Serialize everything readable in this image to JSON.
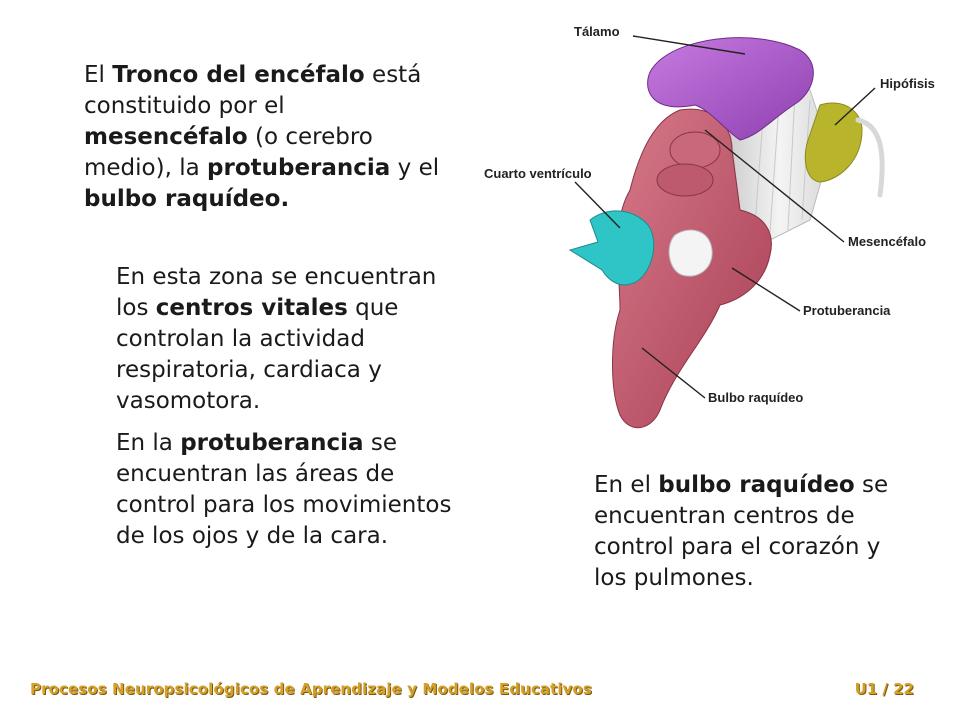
{
  "paragraph1": {
    "t1": "El ",
    "b1": "Tronco del encéfalo",
    "t2": " está constituido por el ",
    "b2": "mesencéfalo",
    "t3": " (o cerebro medio), la ",
    "b3": "protuberancia",
    "t4": " y el ",
    "b4": "bulbo raquídeo."
  },
  "paragraph2": {
    "t1": "En esta zona se encuentran los ",
    "b1": "centros vitales",
    "t2": " que controlan la actividad respiratoria, cardiaca y vasomotora."
  },
  "paragraph3": {
    "t1": "En la ",
    "b1": "protuberancia",
    "t2": " se encuentran las áreas de control para los movimientos de los ojos y de la cara."
  },
  "paragraph4": {
    "t1": "En el ",
    "b1": "bulbo raquídeo",
    "t2": " se encuentran centros de control para el corazón y los pulmones."
  },
  "figure": {
    "labels": {
      "talamo": "Tálamo",
      "hipofisis": "Hipófisis",
      "cuarto_ventriculo": "Cuarto ventrículo",
      "mesencefalo": "Mesencéfalo",
      "protuberancia": "Protuberancia",
      "bulbo_raquideo": "Bulbo raquídeo"
    },
    "colors": {
      "talamo": "#b45ad2",
      "hipofisis": "#b8b52c",
      "ventriculo": "#2fc4c6",
      "tronco": "#c85a6e",
      "fibras": "#e6e6e6"
    }
  },
  "footer": {
    "course": "Procesos Neuropsicológicos de Aprendizaje y Modelos Educativos",
    "page": "U1 / 22"
  }
}
